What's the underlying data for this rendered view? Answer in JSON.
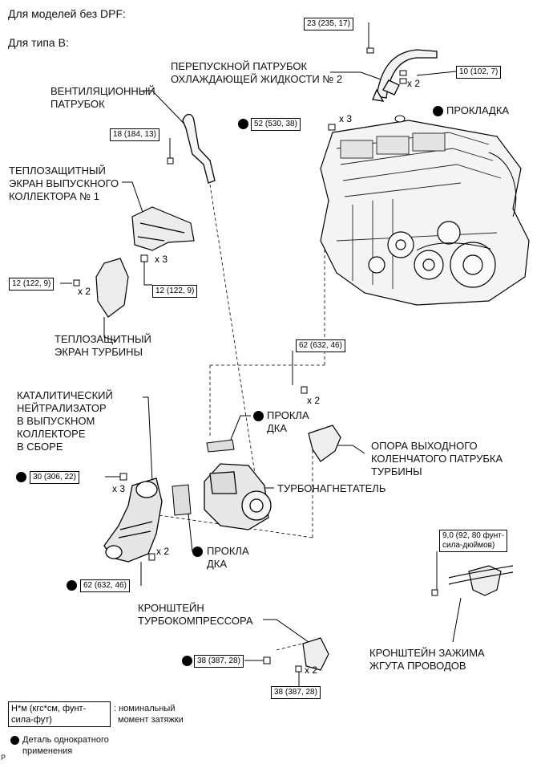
{
  "header": {
    "line1": "Для моделей без DPF:",
    "line2": "Для типа B:"
  },
  "torques": {
    "t_23": "23 (235, 17)",
    "t_10": "10 (102, 7)",
    "t_52": "52 (530, 38)",
    "t_18": "18 (184, 13)",
    "t_12a": "12 (122, 9)",
    "t_12b": "12 (122, 9)",
    "t_62a": "62 (632, 46)",
    "t_30": "30 (306, 22)",
    "t_62b": "62 (632, 46)",
    "t_90_l1": "9,0 (92, 80 фунт-",
    "t_90_l2": "сила-дюймов)",
    "t_38a": "38 (387, 28)",
    "t_38b": "38 (387, 28)"
  },
  "multipliers": {
    "x2_bypass": "x 2",
    "x3_52": "x 3",
    "x3_heatshield": "x 3",
    "x2_turbo_shield": "x 2",
    "x2_62": "x 2",
    "x3_30": "x 3",
    "x2_62b": "x 2",
    "x2_38": "x 2"
  },
  "labels": {
    "bypass_l1": "ПЕРЕПУСКНОЙ ПАТРУБОК",
    "bypass_l2": "ОХЛАЖДАЮЩЕЙ ЖИДКОСТИ № 2",
    "gasket_top": "ПРОКЛАДКА",
    "vent_l1": "ВЕНТИЛЯЦИОННЫЙ",
    "vent_l2": "ПАТРУБОК",
    "heat1_l1": "ТЕПЛОЗАЩИТНЫЙ",
    "heat1_l2": "ЭКРАН ВЫПУСКНОГО",
    "heat1_l3": "КОЛЛЕКТОРА № 1",
    "heat2_l1": "ТЕПЛОЗАЩИТНЫЙ",
    "heat2_l2": "ЭКРАН ТУРБИНЫ",
    "cat_l1": "КАТАЛИТИЧЕСКИЙ",
    "cat_l2": "НЕЙТРАЛИЗАТОР",
    "cat_l3": "В ВЫПУСКНОМ",
    "cat_l4": "КОЛЛЕКТОРЕ",
    "cat_l5": "В СБОРЕ",
    "gasket_mid_l1": "ПРОКЛА",
    "gasket_mid_l2": "ДКА",
    "support_l1": "ОПОРА ВЫХОДНОГО",
    "support_l2": "КОЛЕНЧАТОГО ПАТРУБКА",
    "support_l3": "ТУРБИНЫ",
    "turbo": "ТУРБОНАГНЕТАТЕЛЬ",
    "gasket_low_l1": "ПРОКЛА",
    "gasket_low_l2": "ДКА",
    "bracket_l1": "КРОНШТЕЙН",
    "bracket_l2": "ТУРБОКОМПРЕССОРА",
    "clamp_l1": "КРОНШТЕЙН ЗАЖИМА",
    "clamp_l2": "ЖГУТА ПРОВОДОВ"
  },
  "legend": {
    "unit_l1": "Н*м (кгс*см, фунт-",
    "unit_l2": "сила-фут)",
    "desc_l1": ": номинальный",
    "desc_l2": "момент затяжки",
    "once_l1": "Деталь однократного",
    "once_l2": "применения"
  },
  "footer": {
    "corner": "P"
  }
}
